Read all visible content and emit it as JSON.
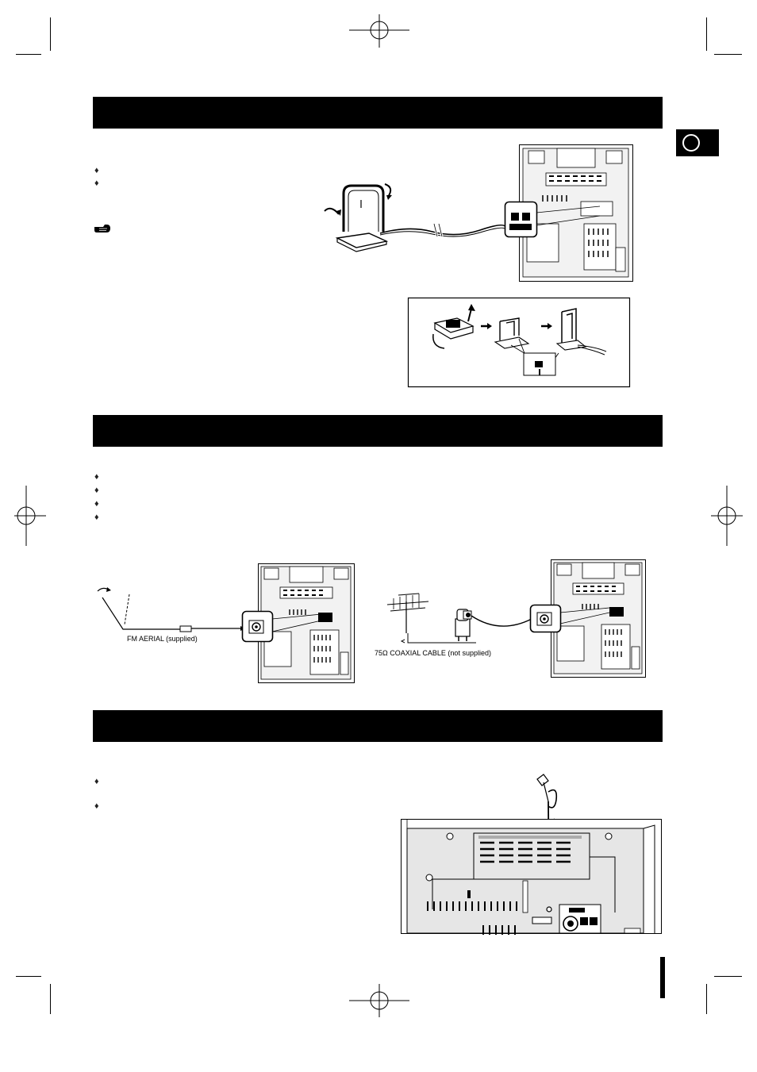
{
  "sections": [
    {
      "id": "am",
      "bullets": 2
    },
    {
      "id": "fm",
      "bullets": 4
    },
    {
      "id": "ground",
      "bullets": 2
    }
  ],
  "fm_section": {
    "aerial_caption": "FM AERIAL (supplied)",
    "coax_caption": "75Ω COAXIAL CABLE (not supplied)"
  },
  "icons": {
    "note": "pointing-hand-icon",
    "bullet": "diamond-bullet-icon"
  },
  "colors": {
    "bar": "#000000",
    "panel": "#e6e6e6"
  }
}
